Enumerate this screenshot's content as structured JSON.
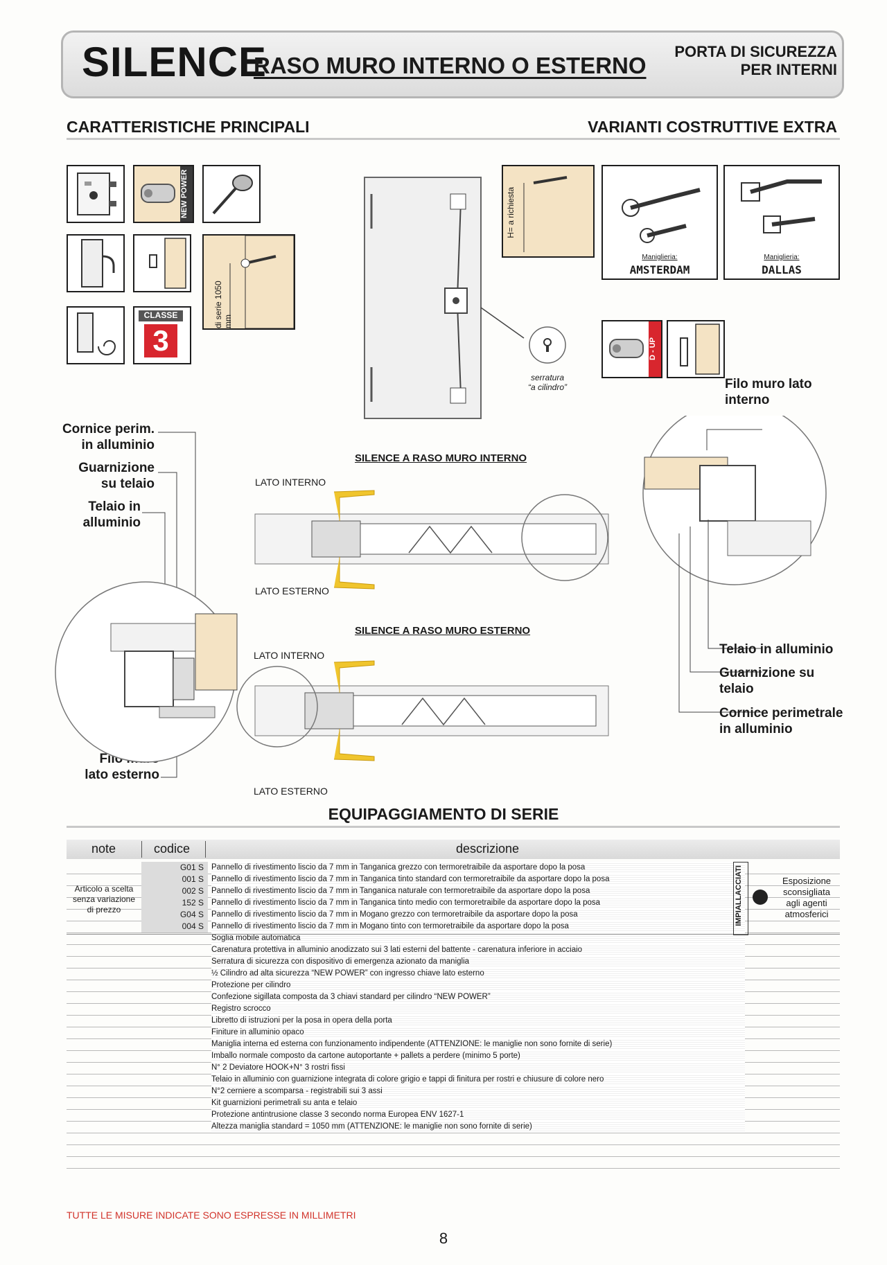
{
  "header": {
    "brand": "SILENCE",
    "subtitle": "RASO MURO INTERNO O ESTERNO",
    "porta_line1": "PORTA DI SICUREZZA",
    "porta_line2": "PER INTERNI"
  },
  "sections": {
    "left": "CARATTERISTICHE PRINCIPALI",
    "right": "VARIANTI COSTRUTTIVE EXTRA"
  },
  "tiles": {
    "new_power": "NEW POWER",
    "classe_word": "CLASSE",
    "classe_num": "3",
    "height_std": "di serie 1050 mm",
    "height_req": "H= a richiesta",
    "d_up": "D - UP"
  },
  "handles": {
    "label_prefix": "Maniglieria:",
    "amsterdam": "AMSTERDAM",
    "dallas": "DALLAS"
  },
  "door": {
    "lock_caption_1": "serratura",
    "lock_caption_2": "“a cilindro”"
  },
  "labels": {
    "filo_interno_1": "Filo muro lato",
    "filo_interno_2": "interno",
    "cornice_1": "Cornice perim.",
    "cornice_2": "in alluminio",
    "guarnizione_1": "Guarnizione",
    "guarnizione_2": "su telaio",
    "telaio_1": "Telaio in",
    "telaio_2": "alluminio",
    "filo_esterno_1": "Filo muro",
    "filo_esterno_2": "lato esterno",
    "right_telaio": "Telaio in alluminio",
    "right_guarn_1": "Guarnizione su",
    "right_guarn_2": "telaio",
    "right_cornice_1": "Cornice perimetrale",
    "right_cornice_2": "in alluminio"
  },
  "diagrams": {
    "interno_title": "SILENCE A RASO MURO INTERNO",
    "esterno_title": "SILENCE A RASO MURO ESTERNO",
    "lato_interno": "LATO INTERNO",
    "lato_esterno": "LATO ESTERNO"
  },
  "table": {
    "title": "EQUIPAGGIAMENTO DI SERIE",
    "col_note": "note",
    "col_codice": "codice",
    "col_desc": "descrizione",
    "note_text_1": "Articolo a scelta",
    "note_text_2": "senza variazione",
    "note_text_3": "di prezzo",
    "impiallacciati": "IMPIALLACCIATI",
    "side_1": "Esposizione",
    "side_2": "sconsigliata",
    "side_3": "agli agenti",
    "side_4": "atmosferici",
    "rows": [
      {
        "code": "G01 S",
        "desc": "Pannello di rivestimento liscio da 7 mm in Tanganica grezzo con termoretraibile da asportare dopo la posa"
      },
      {
        "code": "001 S",
        "desc": "Pannello di rivestimento liscio da 7 mm in Tanganica tinto standard con termoretraibile da asportare dopo la posa"
      },
      {
        "code": "002 S",
        "desc": "Pannello di rivestimento liscio da 7 mm in Tanganica naturale con termoretraibile da asportare dopo la posa"
      },
      {
        "code": "152 S",
        "desc": "Pannello di rivestimento liscio da 7 mm in Tanganica tinto medio con termoretraibile da asportare dopo la posa"
      },
      {
        "code": "G04 S",
        "desc": "Pannello di rivestimento liscio da 7 mm in Mogano grezzo con termoretraibile da asportare dopo la posa"
      },
      {
        "code": "004 S",
        "desc": "Pannello di rivestimento liscio da 7 mm in Mogano tinto con termoretraibile da asportare dopo la posa"
      },
      {
        "code": "",
        "desc": "Soglia mobile automatica"
      },
      {
        "code": "",
        "desc": "Carenatura protettiva in alluminio anodizzato sui 3 lati esterni del battente - carenatura inferiore in acciaio"
      },
      {
        "code": "",
        "desc": "Serratura di sicurezza con dispositivo di emergenza azionato da maniglia"
      },
      {
        "code": "",
        "desc": "½ Cilindro ad alta sicurezza “NEW POWER” con ingresso chiave lato esterno"
      },
      {
        "code": "",
        "desc": "Protezione per cilindro"
      },
      {
        "code": "",
        "desc": "Confezione sigillata composta da 3 chiavi standard per cilindro “NEW POWER”"
      },
      {
        "code": "",
        "desc": "Registro scrocco"
      },
      {
        "code": "",
        "desc": "Libretto di istruzioni per la posa in opera della porta"
      },
      {
        "code": "",
        "desc": "Finiture in alluminio opaco"
      },
      {
        "code": "",
        "desc": "Maniglia interna ed esterna con funzionamento indipendente (ATTENZIONE: le maniglie non sono fornite di serie)"
      },
      {
        "code": "",
        "desc": "Imballo normale composto da cartone autoportante + pallets a perdere (minimo 5 porte)"
      },
      {
        "code": "",
        "desc": "N° 2 Deviatore HOOK+N° 3 rostri fissi"
      },
      {
        "code": "",
        "desc": "Telaio in alluminio con guarnizione integrata di colore grigio e tappi di finitura per rostri e chiusure di colore nero"
      },
      {
        "code": "",
        "desc": "N°2 cerniere a scomparsa - registrabili sui 3 assi"
      },
      {
        "code": "",
        "desc": "Kit guarnizioni perimetrali su anta e telaio"
      },
      {
        "code": "",
        "desc": "Protezione antintrusione classe 3 secondo norma Europea ENV 1627-1"
      },
      {
        "code": "",
        "desc": "Altezza maniglia standard = 1050 mm (ATTENZIONE: le maniglie non sono fornite di serie)"
      },
      {
        "code": "",
        "desc": ""
      },
      {
        "code": "",
        "desc": ""
      },
      {
        "code": "",
        "desc": ""
      }
    ]
  },
  "footer": {
    "note": "TUTTE LE MISURE INDICATE SONO ESPRESSE IN MILLIMETRI",
    "page": "8"
  },
  "colors": {
    "footer_red": "#d1322a",
    "wood": "#f4e3c4",
    "handle_yellow": "#f0c52d",
    "classe_red": "#d8262e"
  }
}
